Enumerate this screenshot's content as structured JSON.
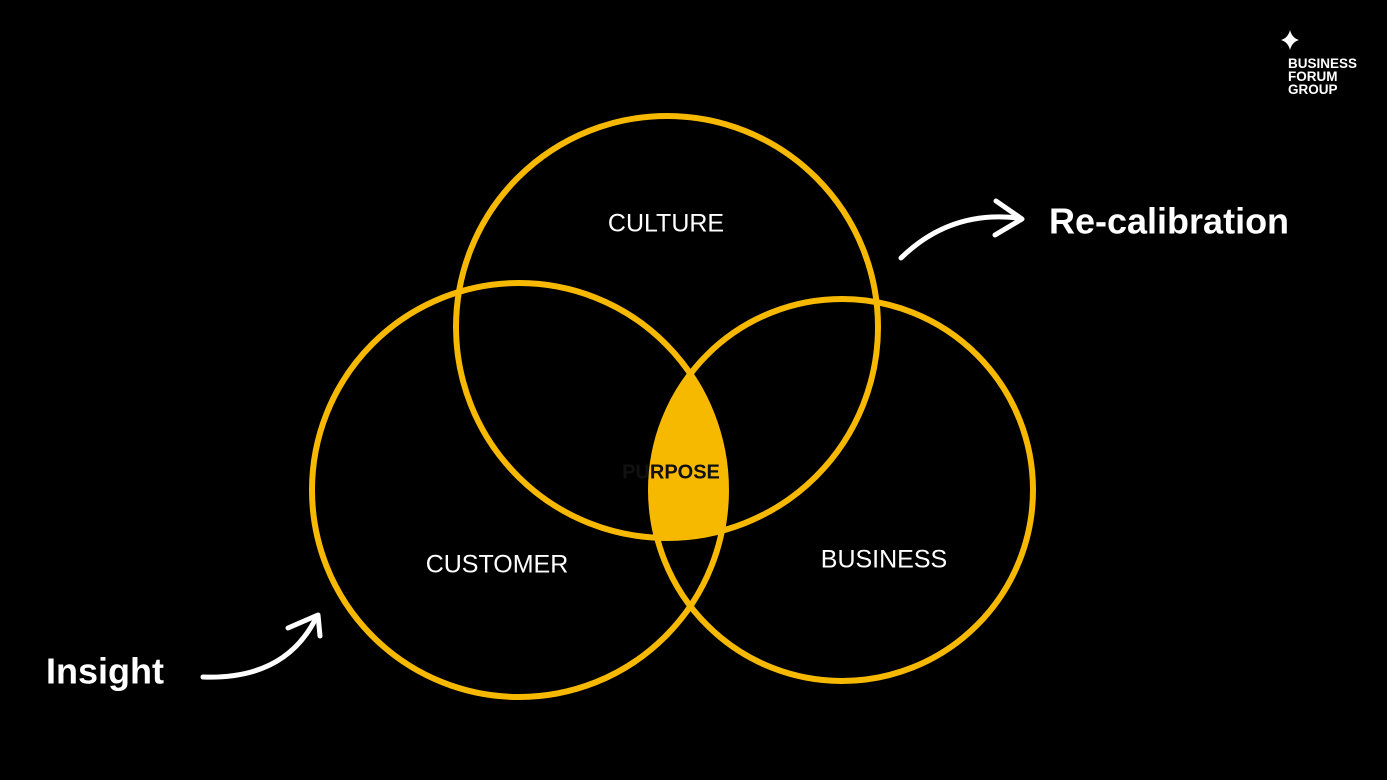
{
  "colors": {
    "background": "#000000",
    "ring": "#f7b900",
    "center_fill": "#f7b900",
    "text": "#ffffff",
    "center_text": "#111111"
  },
  "logo": {
    "icon": "sparkle-star-icon",
    "line1": "BUSINESS",
    "line2": "FORUM",
    "line3": "GROUP"
  },
  "diagram": {
    "circles": {
      "top": "CULTURE",
      "left": "CUSTOMER",
      "right": "BUSINESS"
    },
    "center": "PURPOSE"
  },
  "annotations": {
    "top_right": "Re-calibration",
    "bottom_left": "Insight",
    "arrow_icon": "curved-arrow-icon"
  }
}
